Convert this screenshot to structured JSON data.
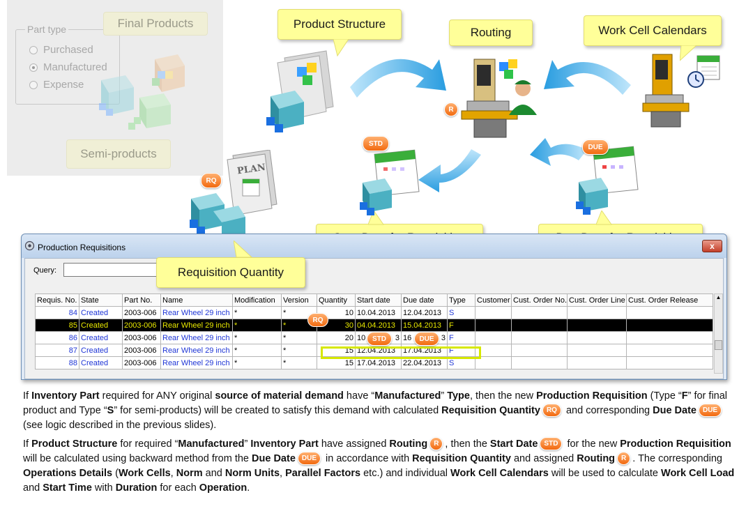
{
  "part_type_panel": {
    "legend": "Part type",
    "options": [
      {
        "label": "Purchased",
        "selected": false
      },
      {
        "label": "Manufactured",
        "selected": true
      },
      {
        "label": "Expense",
        "selected": false
      }
    ],
    "final_products_label": "Final Products",
    "semi_products_label": "Semi-products"
  },
  "callouts": {
    "product_structure": "Product Structure",
    "routing": "Routing",
    "work_cell_calendars": "Work Cell Calendars",
    "start_date": "Start Date for Requisition",
    "due_date": "Due Date for Requisition",
    "requisition_quantity": "Requisition Quantity"
  },
  "badges": {
    "rq": "RQ",
    "std": "STD",
    "due": "DUE",
    "r": "R",
    "plan": "PLAN"
  },
  "window": {
    "title": "Production Requisitions",
    "close_label": "x",
    "query_label": "Query:",
    "query_value": "",
    "columns": [
      "Requis. No.",
      "State",
      "Part No.",
      "Name",
      "Modification",
      "Version",
      "Quantity",
      "Start date",
      "Due date",
      "Type",
      "Customer",
      "Cust. Order No.",
      "Cust. Order Line",
      "Cust. Order Release"
    ],
    "rows": [
      {
        "no": "84",
        "state": "Created",
        "part": "2003-006",
        "name": "Rear Wheel 29 inch",
        "mod": "*",
        "ver": "*",
        "qty": "10",
        "start": "10.04.2013",
        "due": "12.04.2013",
        "type": "S",
        "selected": false
      },
      {
        "no": "85",
        "state": "Created",
        "part": "2003-006",
        "name": "Rear Wheel 29 inch",
        "mod": "*",
        "ver": "*",
        "qty": "30",
        "start": "04.04.2013",
        "due": "15.04.2013",
        "type": "F",
        "selected": true
      },
      {
        "no": "86",
        "state": "Created",
        "part": "2003-006",
        "name": "Rear Wheel 29 inch",
        "mod": "*",
        "ver": "*",
        "qty": "20",
        "start": "10",
        "due": "16",
        "type": "F",
        "selected": false,
        "start_tail": "3",
        "due_tail": "3"
      },
      {
        "no": "87",
        "state": "Created",
        "part": "2003-006",
        "name": "Rear Wheel 29 inch",
        "mod": "*",
        "ver": "*",
        "qty": "15",
        "start": "12.04.2013",
        "due": "17.04.2013",
        "type": "F",
        "selected": false
      },
      {
        "no": "88",
        "state": "Created",
        "part": "2003-006",
        "name": "Rear Wheel 29 inch",
        "mod": "*",
        "ver": "*",
        "qty": "15",
        "start": "17.04.2013",
        "due": "22.04.2013",
        "type": "S",
        "selected": false
      }
    ]
  },
  "description": {
    "p1": [
      {
        "t": "If ",
        "b": false
      },
      {
        "t": "Inventory Part",
        "b": true
      },
      {
        "t": " required for ANY original ",
        "b": false
      },
      {
        "t": "source of material demand",
        "b": true
      },
      {
        "t": " have “",
        "b": false
      },
      {
        "t": "Manufactured",
        "b": true
      },
      {
        "t": "” ",
        "b": false
      },
      {
        "t": "Type",
        "b": true
      },
      {
        "t": ", then the new ",
        "b": false
      },
      {
        "t": "Production Requisition",
        "b": true
      },
      {
        "t": " (Type “",
        "b": false
      },
      {
        "t": "F",
        "b": true
      },
      {
        "t": "” for final product and Type “",
        "b": false
      },
      {
        "t": "S",
        "b": true
      },
      {
        "t": "” for semi-products) will be created to satisfy this demand with calculated ",
        "b": false
      },
      {
        "t": "Requisition Quantity",
        "b": true
      },
      {
        "badge": "RQ"
      },
      {
        "t": " and corresponding ",
        "b": false
      },
      {
        "t": "Due Date",
        "b": true
      },
      {
        "badge": "DUE"
      },
      {
        "t": " (see logic described in the previous slides).",
        "b": false
      }
    ],
    "p2": [
      {
        "t": "If ",
        "b": false
      },
      {
        "t": "Product Structure",
        "b": true
      },
      {
        "t": " for required “",
        "b": false
      },
      {
        "t": "Manufactured",
        "b": true
      },
      {
        "t": "” ",
        "b": false
      },
      {
        "t": "Inventory Part",
        "b": true
      },
      {
        "t": " have assigned ",
        "b": false
      },
      {
        "t": "Routing",
        "b": true
      },
      {
        "badge": "R"
      },
      {
        "t": ", then the ",
        "b": false
      },
      {
        "t": "Start Date",
        "b": true
      },
      {
        "badge": "STD"
      },
      {
        "t": " for the new ",
        "b": false
      },
      {
        "t": "Production Requisition",
        "b": true
      },
      {
        "t": " will be calculated using backward method from the ",
        "b": false
      },
      {
        "t": "Due Date",
        "b": true
      },
      {
        "badge": "DUE"
      },
      {
        "t": " in accordance with ",
        "b": false
      },
      {
        "t": "Requisition Quantity",
        "b": true
      },
      {
        "t": " and assigned ",
        "b": false
      },
      {
        "t": "Routing",
        "b": true
      },
      {
        "badge": "R"
      },
      {
        "t": ". The corresponding ",
        "b": false
      },
      {
        "t": "Operations Details",
        "b": true
      },
      {
        "t": " (",
        "b": false
      },
      {
        "t": "Work Cells",
        "b": true
      },
      {
        "t": ", ",
        "b": false
      },
      {
        "t": "Norm",
        "b": true
      },
      {
        "t": " and ",
        "b": false
      },
      {
        "t": "Norm Units",
        "b": true
      },
      {
        "t": ", ",
        "b": false
      },
      {
        "t": "Parallel Factors",
        "b": true
      },
      {
        "t": " etc.) and individual ",
        "b": false
      },
      {
        "t": "Work Cell Calendars",
        "b": true
      },
      {
        "t": " will be used to calculate ",
        "b": false
      },
      {
        "t": "Work Cell Load",
        "b": true
      },
      {
        "t": " and ",
        "b": false
      },
      {
        "t": "Start Time",
        "b": true
      },
      {
        "t": " with ",
        "b": false
      },
      {
        "t": "Duration",
        "b": true
      },
      {
        "t": " for each ",
        "b": false
      },
      {
        "t": "Operation",
        "b": true
      },
      {
        "t": ".",
        "b": false
      }
    ]
  },
  "colors": {
    "callout_bg": "#ffff99",
    "badge_orange": "#f26a10",
    "arrow_blue": "#2ea6e6",
    "selection_bg": "#000000",
    "selection_text": "#e8e800",
    "link_blue": "#1f36d6"
  },
  "icons": [
    "cube-boxes-icon",
    "milling-machine-icon",
    "worker-icon",
    "calendar-icon",
    "clock-icon",
    "plan-document-icon",
    "curved-arrow-icon",
    "gear-window-icon"
  ]
}
